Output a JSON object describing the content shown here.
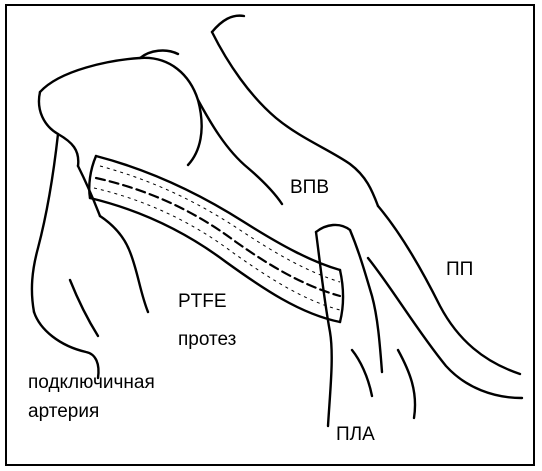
{
  "labels": {
    "svc": "ВПВ",
    "right_atrium": "ПП",
    "graft_line1": "PTFE",
    "graft_line2": "протез",
    "subclavian_line1": "подключичная",
    "subclavian_line2": "артерия",
    "pulmonary_artery": "ПЛА"
  }
}
